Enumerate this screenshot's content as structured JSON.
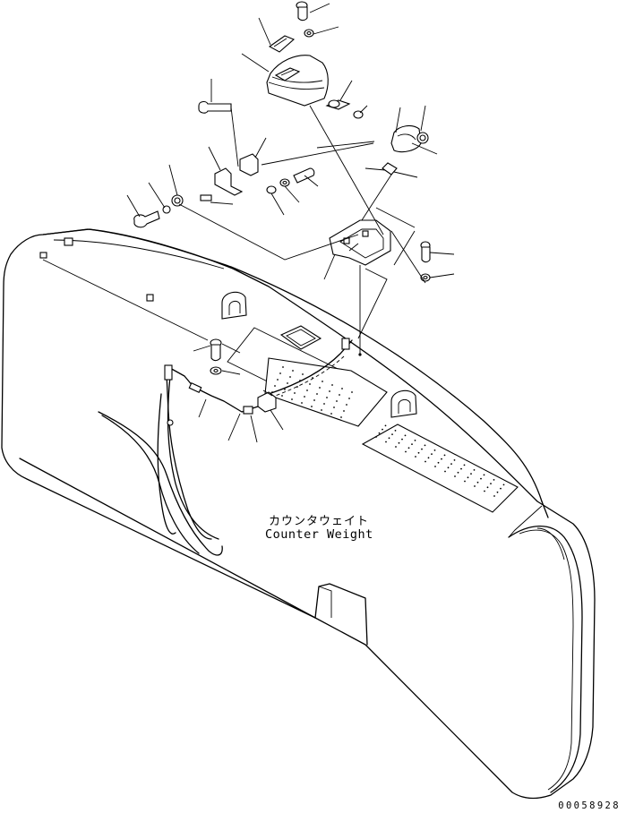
{
  "diagram": {
    "label_japanese": "カウンタウェイト",
    "label_english": "Counter Weight",
    "drawing_number": "00058928"
  }
}
